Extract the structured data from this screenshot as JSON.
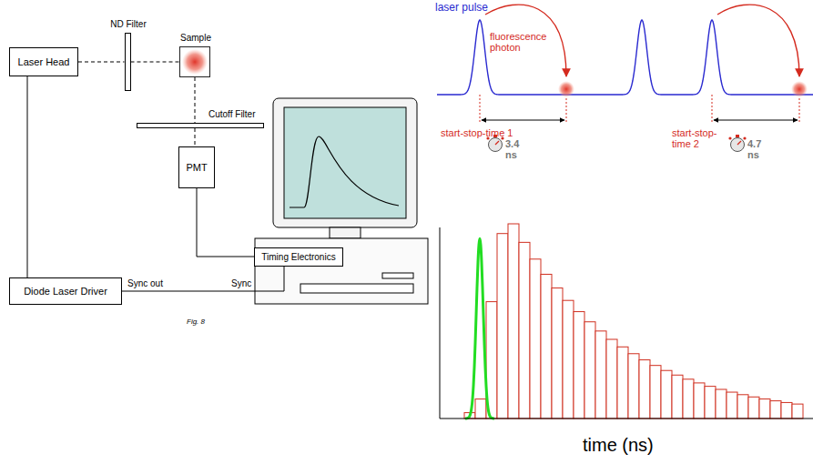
{
  "diagram": {
    "nodes": [
      {
        "text": [
          "Laser Head"
        ]
      },
      {
        "text": [
          "ND Filter"
        ]
      },
      {
        "text": [
          "Sample"
        ]
      },
      {
        "text": [
          "Cutoff Filter"
        ]
      },
      {
        "text": [
          "PMT"
        ]
      },
      {
        "text": [
          "Diode Laser Driver"
        ]
      },
      {
        "text": [
          "Timing Electronics"
        ]
      }
    ],
    "edges": [
      {
        "from": 0,
        "to": 1,
        "arrow": "none"
      },
      {
        "from": 1,
        "to": 2,
        "arrow": "none"
      },
      {
        "from": 2,
        "to": 3,
        "arrow": "none"
      },
      {
        "from": 3,
        "to": 4,
        "arrow": "none"
      },
      {
        "from": 0,
        "to": 5,
        "arrow": "none"
      },
      {
        "from": 4,
        "to": 6,
        "arrow": "none"
      },
      {
        "from": 5,
        "to": 6,
        "arrow": "none"
      }
    ],
    "labels": [
      "Sync out",
      "Sync",
      "Fig. 8",
      "laser pulse",
      "fluorescence photon",
      "start-stop-time 1",
      "3.4 ns",
      "start-stop-time 2",
      "4.7 ns",
      "time (ns)"
    ]
  }
}
